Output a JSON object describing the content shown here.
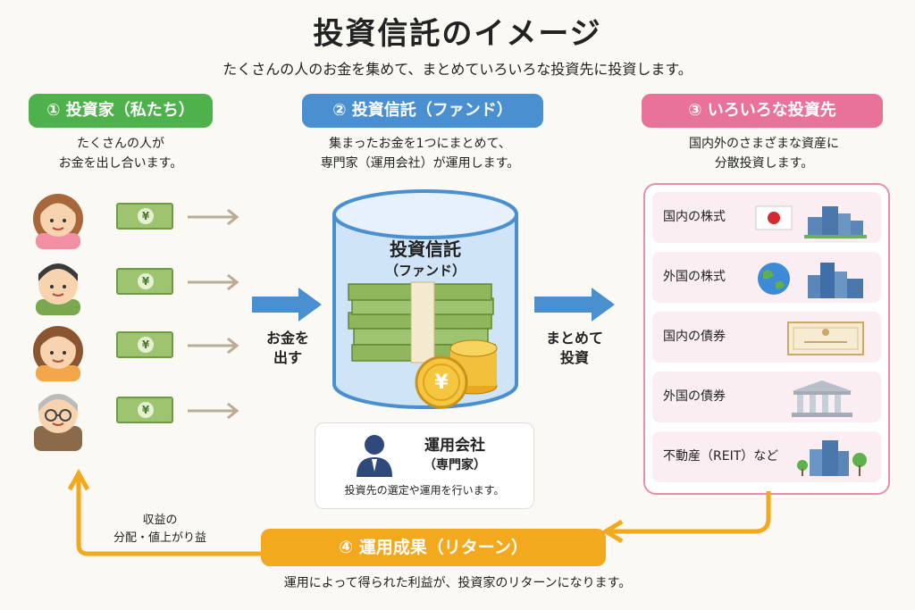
{
  "title": "投資信託のイメージ",
  "subtitle": "たくさんの人のお金を集めて、まとめていろいろな投資先に投資します。",
  "colors": {
    "green": "#4fb14b",
    "blue": "#4a90d0",
    "pink": "#e8729a",
    "orange": "#f2a91e"
  },
  "investors": {
    "label": "① 投資家（私たち）",
    "desc_line1": "たくさんの人が",
    "desc_line2": "お金を出し合います。",
    "bill_symbol": "¥"
  },
  "fund": {
    "label": "② 投資信託（ファンド）",
    "desc_line1": "集まったお金を1つにまとめて、",
    "desc_line2": "専門家（運用会社）が運用します。",
    "tank_title": "投資信託",
    "tank_sub": "（ファンド）",
    "coin_symbol": "¥",
    "company_title": "運用会社",
    "company_sub": "（専門家）",
    "company_desc": "投資先の選定や運用を行います。"
  },
  "flows": {
    "contribute_line1": "お金を",
    "contribute_line2": "出す",
    "invest_line1": "まとめて",
    "invest_line2": "投資",
    "distribution_line1": "収益の",
    "distribution_line2": "分配・値上がり益"
  },
  "investments": {
    "label": "③ いろいろな投資先",
    "desc_line1": "国内外のさまざまな資産に",
    "desc_line2": "分散投資します。",
    "items": [
      {
        "label": "国内の株式",
        "icon": "japan-flag-icon"
      },
      {
        "label": "外国の株式",
        "icon": "globe-icon"
      },
      {
        "label": "国内の債券",
        "icon": "bond-certificate-icon"
      },
      {
        "label": "外国の債券",
        "icon": "bank-building-icon"
      },
      {
        "label": "不動産（REIT）など",
        "icon": "real-estate-icon"
      }
    ]
  },
  "returns": {
    "label": "④ 運用成果（リターン）",
    "desc": "運用によって得られた利益が、投資家のリターンになります。"
  }
}
